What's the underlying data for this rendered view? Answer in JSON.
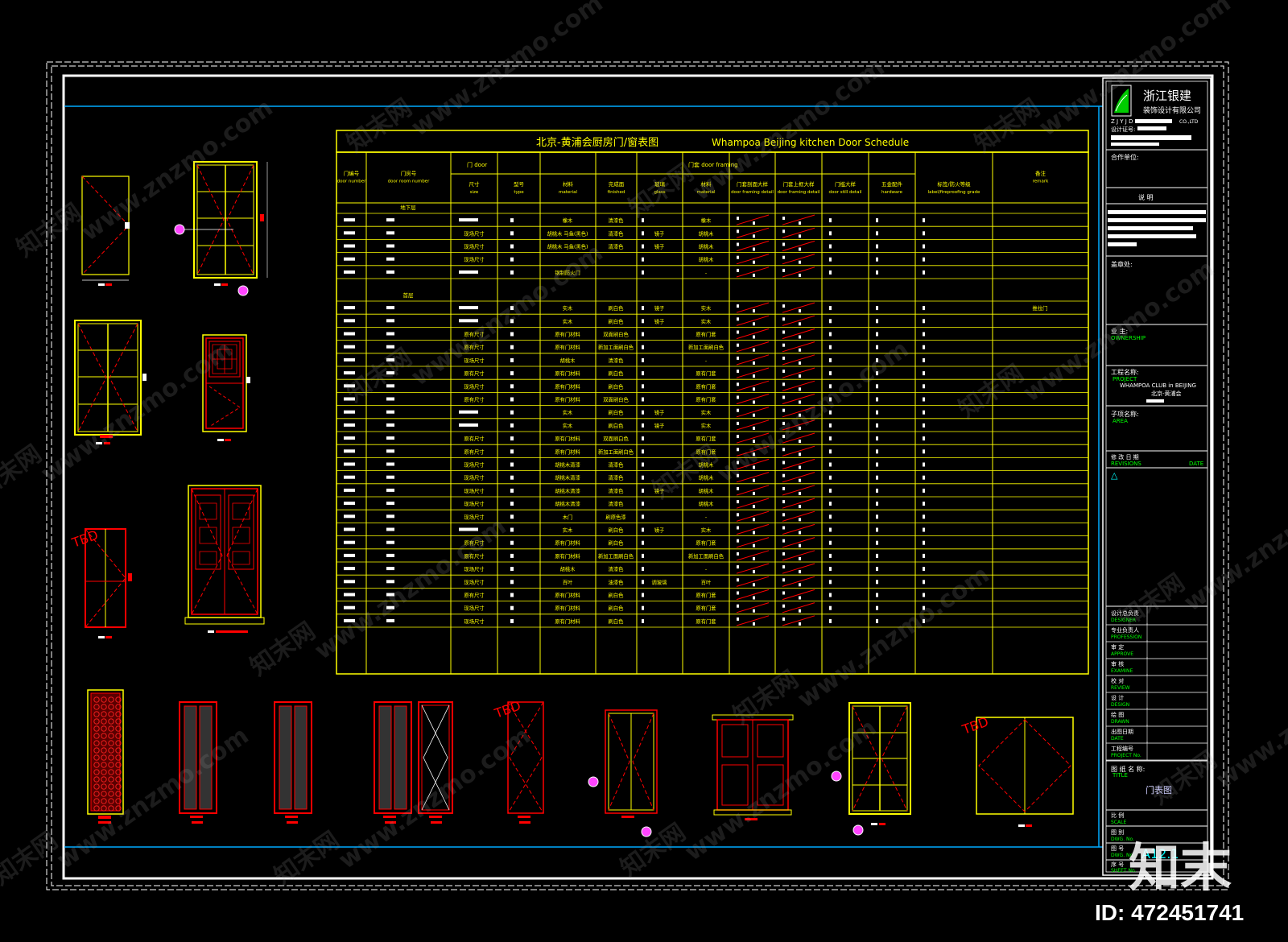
{
  "schedule": {
    "title_cn": "北京-黄浦会厨房门/窗表图",
    "title_en": "Whampoa Beijing kitchen Door Schedule",
    "group_door": "门    door",
    "group_frame": "门套  door framing",
    "headers": [
      {
        "cn": "门编号",
        "en": "door number"
      },
      {
        "cn": "门房号",
        "en": "door room number"
      },
      {
        "cn": "尺寸",
        "en": "size"
      },
      {
        "cn": "型号",
        "en": "type"
      },
      {
        "cn": "材料",
        "en": "material"
      },
      {
        "cn": "完成面",
        "en": "finished"
      },
      {
        "cn": "玻璃",
        "en": "glass"
      },
      {
        "cn": "材料",
        "en": "material"
      },
      {
        "cn": "门套剖面大样",
        "en": "door framing detail"
      },
      {
        "cn": "门套上框大样",
        "en": "door framing detail"
      },
      {
        "cn": "门槛大样",
        "en": "door still detail"
      },
      {
        "cn": "五金配件",
        "en": "hardware"
      },
      {
        "cn": "标签/防火等级",
        "en": "label/fireproofing grade"
      },
      {
        "cn": "备注",
        "en": "remark"
      }
    ],
    "section_1": "地下层",
    "section_2": "首层",
    "rows_1": [
      {
        "size": "",
        "material": "橡木",
        "finished": "清漆色",
        "glass": "",
        "frame": "橡木",
        "remark": ""
      },
      {
        "size": "现场尺寸",
        "material": "胡桃木 马鱼(黑色)",
        "finished": "清漆色",
        "glass": "镜子",
        "frame": "胡桃木",
        "remark": ""
      },
      {
        "size": "现场尺寸",
        "material": "胡桃木 马鱼(黑色)",
        "finished": "清漆色",
        "glass": "镜子",
        "frame": "胡桃木",
        "remark": ""
      },
      {
        "size": "现场尺寸",
        "material": "",
        "finished": "",
        "glass": "",
        "frame": "胡桃木",
        "remark": ""
      },
      {
        "size": "",
        "material": "钢制防火门",
        "finished": "",
        "glass": "",
        "frame": "-",
        "remark": ""
      }
    ],
    "rows_2": [
      {
        "size": "",
        "material": "实木",
        "finished": "刷白色",
        "glass": "镜子",
        "frame": "实木",
        "remark": "推拉门"
      },
      {
        "size": "",
        "material": "实木",
        "finished": "刷白色",
        "glass": "镜子",
        "frame": "实木",
        "remark": ""
      },
      {
        "size": "原有尺寸",
        "material": "原有门材料",
        "finished": "双面刷白色",
        "glass": "",
        "frame": "原有门套",
        "remark": ""
      },
      {
        "size": "原有尺寸",
        "material": "原有门材料",
        "finished": "新加工面刷白色",
        "glass": "",
        "frame": "新加工面刷白色",
        "remark": ""
      },
      {
        "size": "现场尺寸",
        "material": "胡桃木",
        "finished": "清漆色",
        "glass": "",
        "frame": "-",
        "remark": ""
      },
      {
        "size": "原有尺寸",
        "material": "原有门材料",
        "finished": "刷白色",
        "glass": "",
        "frame": "原有门套",
        "remark": ""
      },
      {
        "size": "现场尺寸",
        "material": "原有门材料",
        "finished": "刷白色",
        "glass": "",
        "frame": "原有门套",
        "remark": ""
      },
      {
        "size": "原有尺寸",
        "material": "原有门材料",
        "finished": "双面刷白色",
        "glass": "",
        "frame": "原有门套",
        "remark": ""
      },
      {
        "size": "",
        "material": "实木",
        "finished": "刷白色",
        "glass": "镜子",
        "frame": "实木",
        "remark": ""
      },
      {
        "size": "",
        "material": "实木",
        "finished": "刷白色",
        "glass": "镜子",
        "frame": "实木",
        "remark": ""
      },
      {
        "size": "原有尺寸",
        "material": "原有门材料",
        "finished": "双面刷白色",
        "glass": "",
        "frame": "原有门套",
        "remark": ""
      },
      {
        "size": "原有尺寸",
        "material": "原有门材料",
        "finished": "新加工面刷白色",
        "glass": "",
        "frame": "原有门套",
        "remark": ""
      },
      {
        "size": "现场尺寸",
        "material": "胡桃木清漆",
        "finished": "清漆色",
        "glass": "",
        "frame": "胡桃木",
        "remark": ""
      },
      {
        "size": "现场尺寸",
        "material": "胡桃木清漆",
        "finished": "清漆色",
        "glass": "",
        "frame": "胡桃木",
        "remark": ""
      },
      {
        "size": "现场尺寸",
        "material": "胡桃木清漆",
        "finished": "清漆色",
        "glass": "镜子",
        "frame": "胡桃木",
        "remark": ""
      },
      {
        "size": "现场尺寸",
        "material": "胡桃木清漆",
        "finished": "清漆色",
        "glass": "",
        "frame": "胡桃木",
        "remark": ""
      },
      {
        "size": "现场尺寸",
        "material": "木门",
        "finished": "刷原色漆",
        "glass": "",
        "frame": "-",
        "remark": ""
      },
      {
        "size": "",
        "material": "实木",
        "finished": "刷白色",
        "glass": "镜子",
        "frame": "实木",
        "remark": ""
      },
      {
        "size": "原有尺寸",
        "material": "原有门材料",
        "finished": "刷白色",
        "glass": "",
        "frame": "原有门套",
        "remark": ""
      },
      {
        "size": "原有尺寸",
        "material": "原有门材料",
        "finished": "新加工面刷白色",
        "glass": "",
        "frame": "新加工面刷白色",
        "remark": ""
      },
      {
        "size": "现场尺寸",
        "material": "胡桃木",
        "finished": "清漆色",
        "glass": "",
        "frame": "-",
        "remark": ""
      },
      {
        "size": "现场尺寸",
        "material": "百叶",
        "finished": "油漆色",
        "glass": "调玻璃",
        "frame": "百叶",
        "remark": ""
      },
      {
        "size": "原有尺寸",
        "material": "原有门材料",
        "finished": "刷白色",
        "glass": "",
        "frame": "原有门套",
        "remark": ""
      },
      {
        "size": "现场尺寸",
        "material": "原有门材料",
        "finished": "刷白色",
        "glass": "",
        "frame": "原有门套",
        "remark": ""
      },
      {
        "size": "现场尺寸",
        "material": "原有门材料",
        "finished": "刷白色",
        "glass": "",
        "frame": "原有门套",
        "remark": ""
      }
    ]
  },
  "titleblock": {
    "company_cn": "浙江银建",
    "company_sub": "装饰设计有限公司",
    "company_en": "Z J Y J D",
    "company_en2": "CO.,LTD",
    "cert": "设计证号:",
    "partner": "合作单位:",
    "notes": "说          明",
    "stamp": "盖章处:",
    "owner_cn": "业      主:",
    "owner_en": "OWNERSHIP",
    "project_cn": "工程名称:",
    "project_en": "PROJECT",
    "project_name_en": "WHAMPOA CLUB in BEIJING",
    "project_name_cn": "北京-黄浦会",
    "sub_cn": "子项名称:",
    "sub_en": "AREA",
    "rev_cn": "修          改          日      期",
    "rev_en": "REVISIONS",
    "rev_date": "DATE",
    "rev_mark": "△",
    "roles": [
      {
        "cn": "设计总负责",
        "en": "DESIGNER"
      },
      {
        "cn": "专业负责人",
        "en": "PROFESSION"
      },
      {
        "cn": "审      定",
        "en": "APPROVE"
      },
      {
        "cn": "审      核",
        "en": "EXAMINE"
      },
      {
        "cn": "校      对",
        "en": "REVIEW"
      },
      {
        "cn": "设      计",
        "en": "DESIGN"
      },
      {
        "cn": "绘      图",
        "en": "DRAWN"
      },
      {
        "cn": "出图日期",
        "en": "DATE"
      },
      {
        "cn": "工程编号",
        "en": "PROJECT No."
      }
    ],
    "title_label_cn": "图  纸  名  称:",
    "title_label_en": "TITLE",
    "drawing_title": "门表图",
    "scale_cn": "比      例",
    "scale_en": "SCALE",
    "dwg_cn": "图      别",
    "dwg_en": "DWG. No.",
    "sheet_cn": "图      号",
    "sheet_en": "DWG. No.",
    "seq_cn": "序      号",
    "seq_en": "SHEET No.",
    "sheet_no": "A12.1"
  },
  "labels": {
    "tbd": "TBD"
  },
  "overlay": {
    "watermark": "www.znzmo.com",
    "watermark_cn": "知末网",
    "brand": "知末",
    "id": "ID: 472451741"
  },
  "colors": {
    "yellow": "#ffff00",
    "red": "#ff0000",
    "white": "#ffffff",
    "cyan": "#00aaff",
    "green": "#00ff00",
    "bg": "#000000"
  }
}
